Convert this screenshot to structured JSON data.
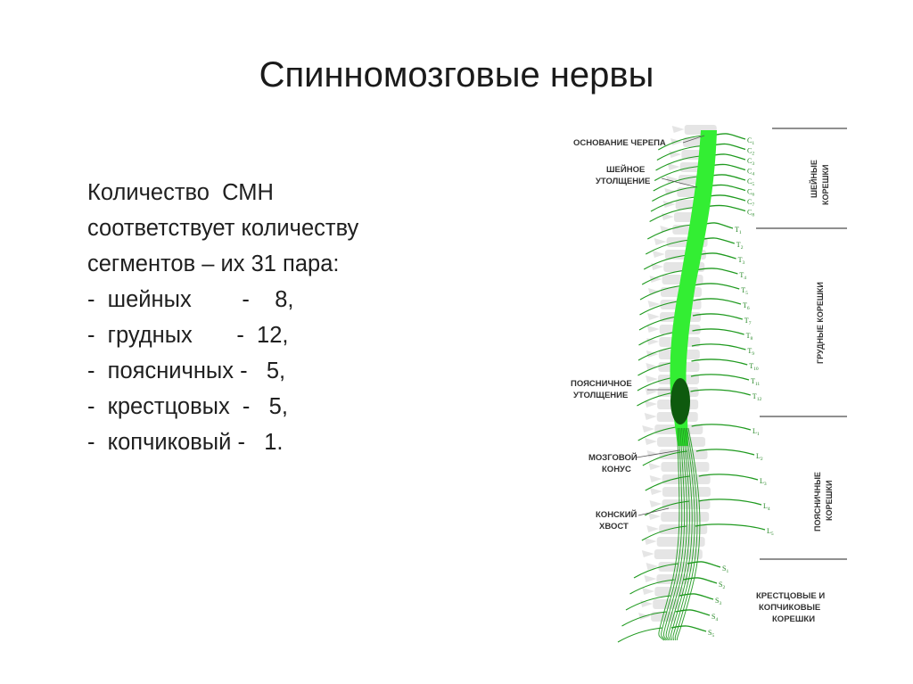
{
  "slide": {
    "title": "Спинномозговые нервы",
    "text_lines": [
      "Количество  СМН",
      "соответствует количеству",
      "сегментов – их 31 пара:",
      "-  шейных        -    8,",
      "-  грудных       -  12,",
      "-  поясничных -   5,",
      "-  крестцовых  -   5,",
      "-  копчиковый -   1."
    ]
  },
  "figure": {
    "left_labels": {
      "skull_base": "ОСНОВАНИЕ ЧЕРЕПА",
      "cervical_1": "ШЕЙНОЕ",
      "cervical_2": "УТОЛЩЕНИЕ",
      "lumbar_1": "ПОЯСНИЧНОЕ",
      "lumbar_2": "УТОЛЩЕНИЕ",
      "conus_1": "МОЗГОВОЙ",
      "conus_2": "КОНУС",
      "cauda_1": "КОНСКИЙ",
      "cauda_2": "ХВОСТ"
    },
    "right_labels": {
      "cervical_1": "ШЕЙНЫЕ",
      "cervical_2": "КОРЕШКИ",
      "thoracic": "ГРУДНЫЕ КОРЕШКИ",
      "lumbar_1": "ПОЯСНИЧНЫЕ",
      "lumbar_2": "КОРЕШКИ",
      "sacral_1": "КРЕСТЦОВЫЕ И",
      "sacral_2": "КОПЧИКОВЫЕ",
      "sacral_3": "КОРЕШКИ"
    },
    "segments": {
      "cervical": [
        "C1",
        "C2",
        "C3",
        "C4",
        "C5",
        "C6",
        "C7",
        "C8"
      ],
      "thoracic": [
        "T1",
        "T2",
        "T3",
        "T4",
        "T5",
        "T6",
        "T7",
        "T8",
        "T9",
        "T10",
        "T11",
        "T12"
      ],
      "lumbar": [
        "L1",
        "L2",
        "L3",
        "L4",
        "L5"
      ],
      "sacral": [
        "S1",
        "S2",
        "S3",
        "S4",
        "S5"
      ]
    },
    "colors": {
      "cord": "#33ee33",
      "nerve": "#1f9a1f",
      "enlargement": "#0e5a0e",
      "bone": "#cfcfcf"
    }
  }
}
